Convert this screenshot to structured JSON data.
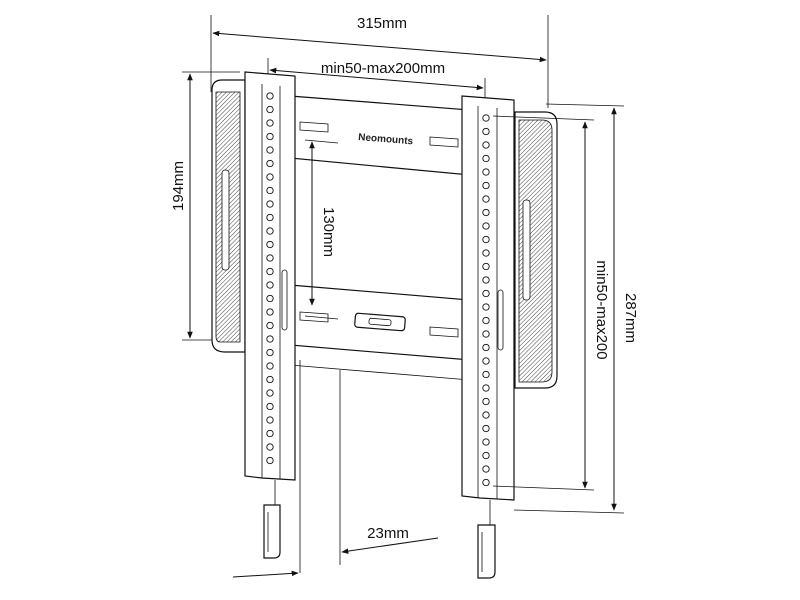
{
  "dimensions": {
    "overall_width": "315mm",
    "vesa_horizontal": "min50-max200mm",
    "overall_height_left": "194mm",
    "vertical_center": "130mm",
    "vesa_vertical": "min50-max200",
    "overall_height_right": "287mm",
    "wall_distance": "23mm"
  },
  "brand": {
    "label": "Neomounts"
  }
}
